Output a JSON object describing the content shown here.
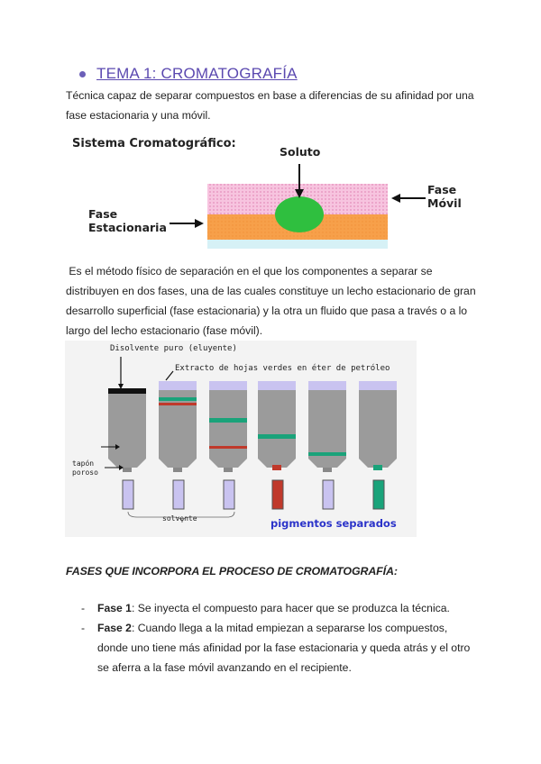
{
  "header": {
    "title": "TEMA 1: CROMATOGRAFÍA"
  },
  "intro": [
    "Técnica capaz de separar compuestos en base a diferencias de su afinidad por una",
    "fase estacionaria y una móvil."
  ],
  "diagram1": {
    "heading": "Sistema Cromatográfico:",
    "soluto": "Soluto",
    "fase_movil": [
      "Fase",
      "Móvil"
    ],
    "fase_estacionaria": [
      "Fase",
      "Estacionaria"
    ],
    "colors": {
      "stationary": "#f7a04a",
      "mobile": "#f3b5d5",
      "solute": "#2fbf3f",
      "base": "#d6f1f6"
    }
  },
  "definition": [
    " Es el método físico de separación en el que los componentes a separar se",
    "distribuyen en dos fases, una de las cuales constituye un lecho estacionario de gran",
    "desarrollo superficial (fase estacionaria) y la otra un fluido que pasa a través o a lo",
    "largo del lecho estacionario (fase móvil)."
  ],
  "diagram2": {
    "disolvente": "Disolvente puro (eluyente)",
    "extracto": "Extracto de hojas verdes en éter de petróleo",
    "tapon": [
      "tapón",
      "poroso"
    ],
    "solvente": "solvente",
    "pigmentos": "pigmentos separados",
    "colors": {
      "column": "#9b9b9b",
      "green": "#1aa37a",
      "red": "#c0392b",
      "solvent": "#c9c3f0",
      "pigment_label": "#2b33c9"
    }
  },
  "fases": {
    "heading": "FASES QUE INCORPORA EL PROCESO DE CROMATOGRAFÍA:",
    "items": [
      {
        "name": "Fase 1",
        "text": ": Se inyecta el compuesto para hacer que se produzca la técnica."
      },
      {
        "name": "Fase 2",
        "text": ": Cuando llega a la mitad empiezan a separarse los compuestos,",
        "cont": [
          "donde uno tiene más afinidad por la fase estacionaria y queda atrás y el otro",
          "se aferra a la fase móvil avanzando en el recipiente."
        ]
      }
    ]
  }
}
